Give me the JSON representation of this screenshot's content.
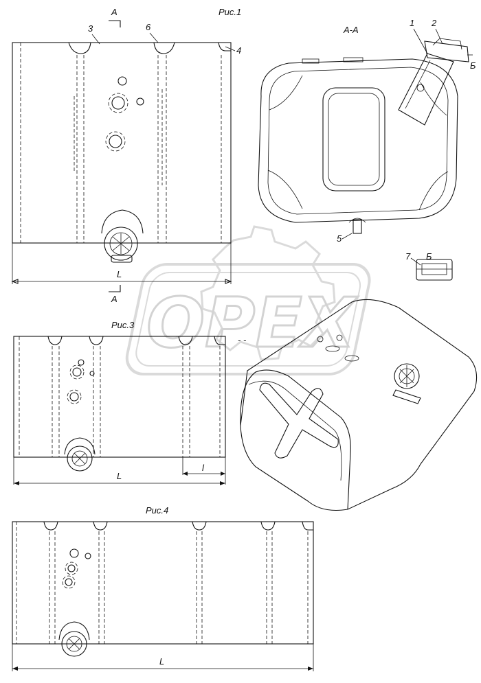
{
  "figures": {
    "fig1": "Рис.1",
    "fig3": "Рис.3",
    "fig4": "Рис.4",
    "section": "А-А",
    "view_b": "Б"
  },
  "section_marks": {
    "a_top": "А",
    "a_bottom": "А",
    "b_side": "Б"
  },
  "callouts": {
    "c1": "1",
    "c2": "2",
    "c3": "3",
    "c4": "4",
    "c5": "5",
    "c6": "6",
    "c7": "7"
  },
  "dimensions": {
    "fig1_length": "L",
    "fig3_length": "L",
    "fig3_short": "l",
    "fig4_length": "L"
  },
  "watermark": {
    "text": "OPEX",
    "color": "#c8c8c8"
  }
}
